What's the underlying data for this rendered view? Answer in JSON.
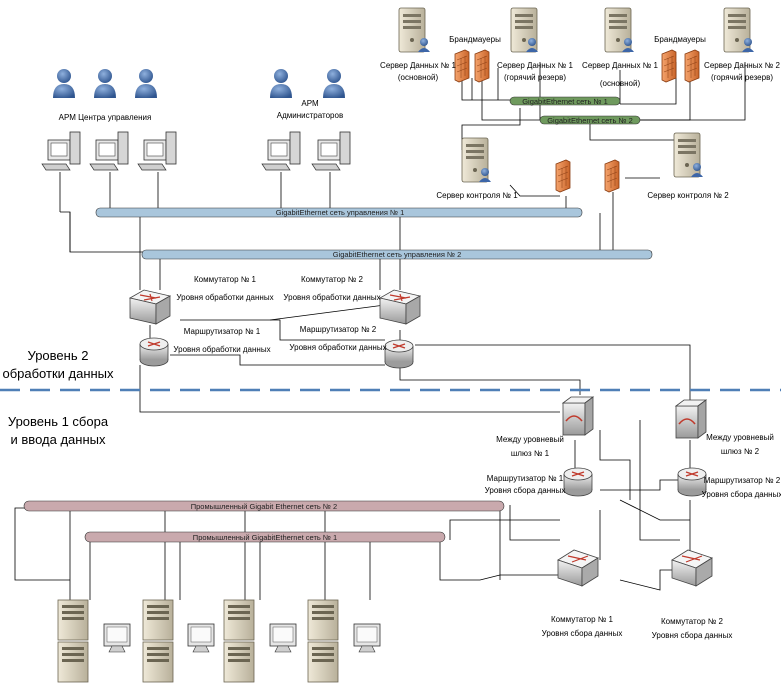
{
  "firewalls_label_1": "Брандмауеры",
  "firewalls_label_2": "Брандмауеры",
  "servers": {
    "ds1_main": [
      "Сервер Данных № 1",
      "(основной)"
    ],
    "ds1_reserve": [
      "Сервер Данных № 1",
      "(горячий резерв)"
    ],
    "ds2_main": [
      "Сервер Данных № 1",
      "(основной)"
    ],
    "ds2_reserve": [
      "Сервер Данных № 2",
      "(горячий резерв)"
    ],
    "ctrl1": "Сервер контроля № 1",
    "ctrl2": "Сервер контроля № 2"
  },
  "arm_center": "АРМ Центра управления",
  "arm_admin": [
    "АРМ",
    "Администраторов"
  ],
  "networks": {
    "ge1": "GigabitEthernet сеть № 1",
    "ge2": "GigabitEthernet сеть № 2",
    "mgmt1": "GigabitEthernet сеть управления № 1",
    "mgmt2": "GigabitEthernet сеть управления № 2",
    "ind2": "Промышленный Gigabit Ethernet сеть № 2",
    "ind1": "Промышленный GigabitEthernet сеть № 1"
  },
  "proc": {
    "switch1": [
      "Коммутатор  № 1",
      "Уровня обработки данных"
    ],
    "switch2": [
      "Коммутатор  № 2",
      "Уровня обработки данных"
    ],
    "router1": [
      "Маршрутизатор  № 1",
      "Уровня обработки данных"
    ],
    "router2": [
      "Маршрутизатор  № 2",
      "Уровня обработки данных"
    ]
  },
  "levels": {
    "level2": [
      "Уровень 2",
      "обработки данных"
    ],
    "level1": [
      "Уровень 1  сбора",
      "и ввода данных"
    ]
  },
  "collect": {
    "gw1": [
      "Между уровневый",
      "шлюз № 1"
    ],
    "gw2": [
      "Между уровневый",
      "шлюз № 2"
    ],
    "router1": [
      "Маршрутизатор  № 1",
      "Уровня сбора данных"
    ],
    "router2": [
      "Маршрутизатор  № 2",
      "Уровня сбора данных"
    ],
    "switch1": [
      "Коммутатор № 1",
      "Уровня сбора данных"
    ],
    "switch2": [
      "Коммутатор № 2",
      "Уровня сбора данных"
    ]
  },
  "colors": {
    "mgmt_bar": "#a9c6dc",
    "ge_bar": "#6f9a5e",
    "ind_bar": "#c9a9ad",
    "firewall": "#e8874a",
    "person": "#4a6fa5",
    "dash": "#4f7fb6"
  }
}
